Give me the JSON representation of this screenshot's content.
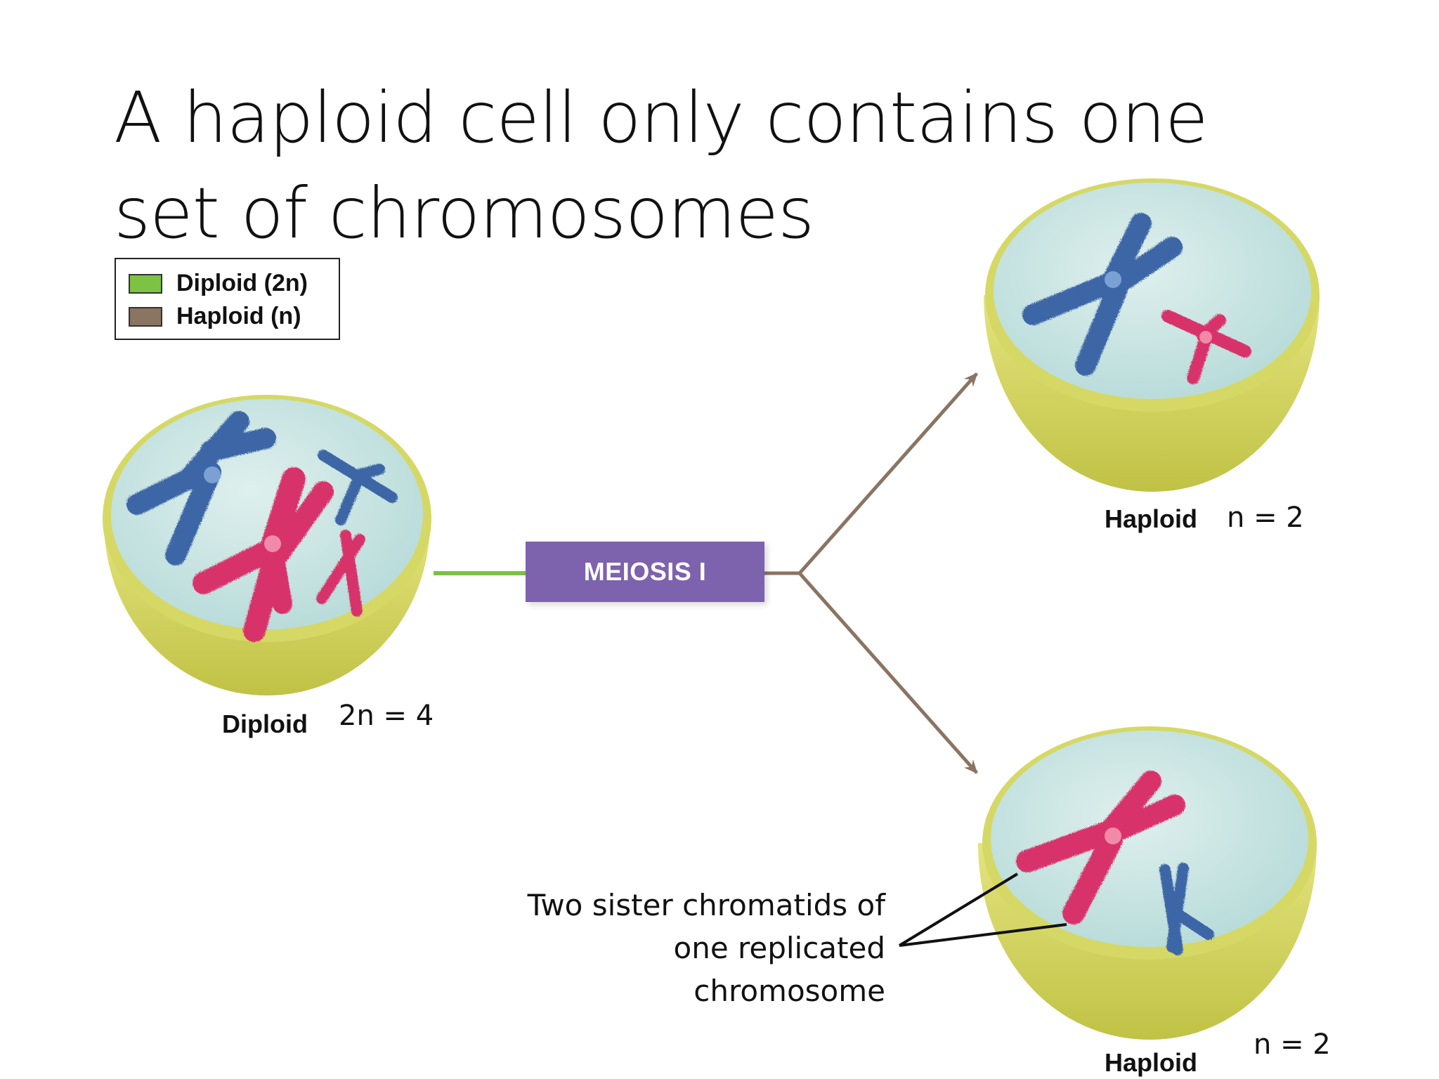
{
  "title": {
    "line1": "A haploid cell only contains one",
    "line2": "set of chromosomes"
  },
  "legend": {
    "items": [
      {
        "label": "Diploid (2n)",
        "color": "#7cc243"
      },
      {
        "label": "Haploid (n)",
        "color": "#8a7462"
      }
    ]
  },
  "colors": {
    "cell_rim": "#dede72",
    "cell_rim_dark": "#c6c84a",
    "cytoplasm": "#cbe6e4",
    "chromosome_blue": "#3c66a6",
    "chromosome_red": "#d8336b",
    "diploid_line": "#7cc243",
    "haploid_arrow": "#8a7462",
    "process_box": "#7d62ad"
  },
  "cells": {
    "diploid": {
      "label": "Diploid",
      "count": "2n = 4"
    },
    "haploid_top": {
      "label": "Haploid",
      "count": "n = 2"
    },
    "haploid_bottom": {
      "label": "Haploid",
      "count": "n = 2"
    }
  },
  "process": {
    "label": "MEIOSIS I"
  },
  "callout": {
    "line1": "Two sister chromatids of",
    "line2": "one replicated",
    "line3": "chromosome"
  }
}
